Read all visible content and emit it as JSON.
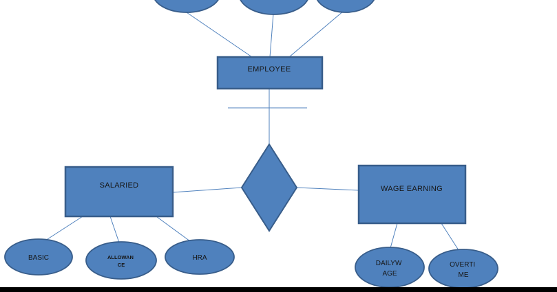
{
  "diagram": {
    "type": "er-diagram",
    "entities": {
      "employee": {
        "label": "EMPLOYEE"
      },
      "salaried": {
        "label": "SALARIED"
      },
      "wage_earning": {
        "label": "WAGE EARNING"
      }
    },
    "relationship": {
      "label": ""
    },
    "attributes": {
      "salaried": {
        "basic": {
          "label": "BASIC"
        },
        "allowance": {
          "line1": "ALLOWAN",
          "line2": "CE"
        },
        "hra": {
          "label": "HRA"
        }
      },
      "wage_earning": {
        "daily_wage": {
          "line1": "DAILYW",
          "line2": "AGE"
        },
        "overtime": {
          "line1": "OVERTI",
          "line2": "ME"
        }
      },
      "employee_top": {
        "labels": [
          "",
          "",
          ""
        ]
      }
    },
    "colors": {
      "shape_fill": "#4f81bd",
      "shape_stroke": "#385d8a",
      "connector": "#4f81bd",
      "text": "#161616",
      "background": "#ffffff",
      "bottom_bar": "#000000"
    }
  }
}
